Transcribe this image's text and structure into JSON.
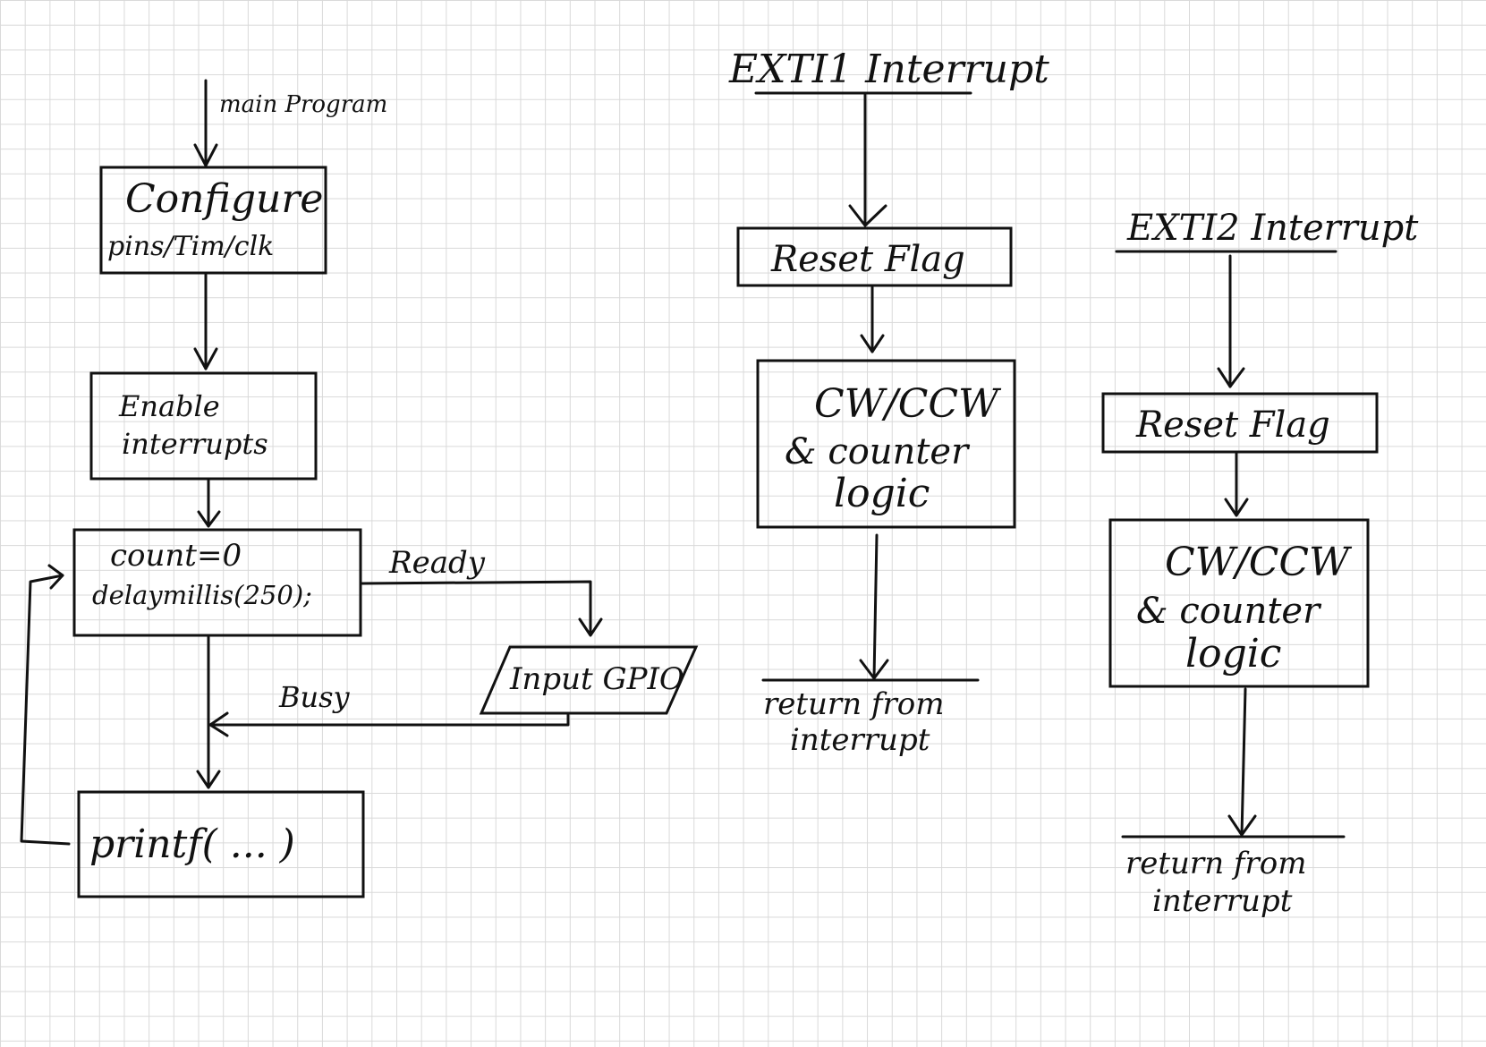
{
  "main_flow": {
    "start_label": "main Program",
    "configure_box": {
      "line1": "Configure",
      "line2": "pins/Tim/clk"
    },
    "enable_box": {
      "line1": "Enable",
      "line2": "interrupts"
    },
    "count_box": {
      "line1": "count=0",
      "line2": "delaymillis(250);"
    },
    "input_box": "Input GPIO",
    "ready_label": "Ready",
    "busy_label": "Busy",
    "printf_box": "printf( ... )"
  },
  "exti1": {
    "title": "EXTI1 Interrupt",
    "reset_box": "Reset Flag",
    "logic_box": {
      "line1": "CW/CCW",
      "line2": "& counter",
      "line3": "logic"
    },
    "return_label": {
      "line1": "return from",
      "line2": "interrupt"
    }
  },
  "exti2": {
    "title": "EXTI2 Interrupt",
    "reset_box": "Reset Flag",
    "logic_box": {
      "line1": "CW/CCW",
      "line2": "& counter",
      "line3": "logic"
    },
    "return_label": {
      "line1": "return from",
      "line2": "interrupt"
    }
  }
}
